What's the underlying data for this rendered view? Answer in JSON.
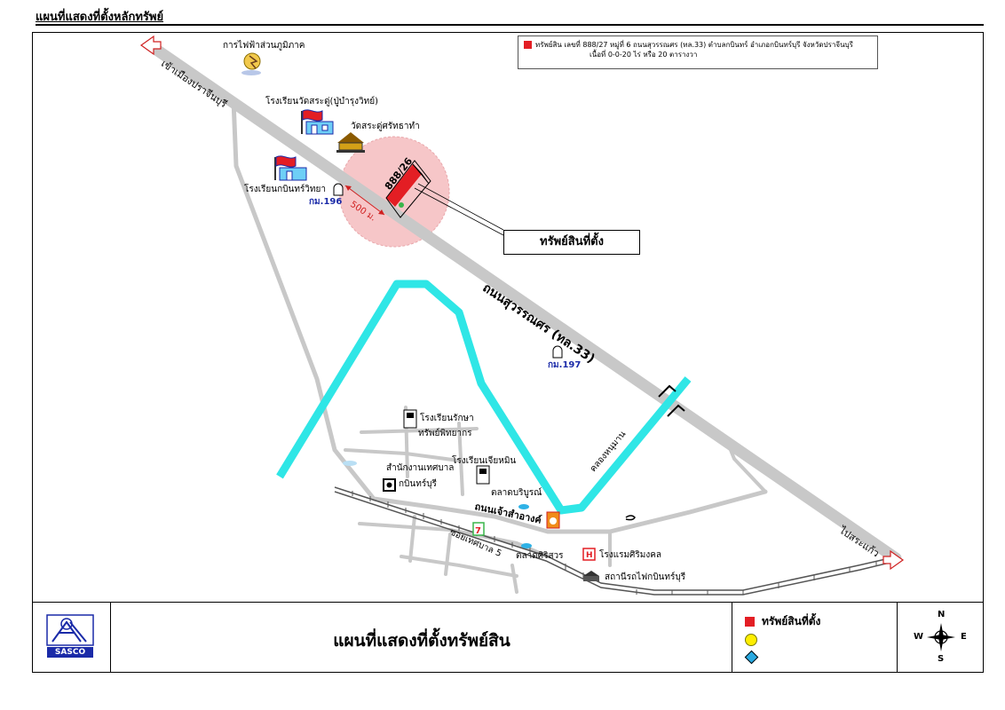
{
  "header": {
    "title": "แผนที่แสดงที่ตั้งหลักทรัพย์"
  },
  "info_box": {
    "line1": "ทรัพย์สิน เลขที่ 888/27 หมู่ที่ 6 ถนนสุวรรณศร (ทล.33) ตำบลกบินทร์ อำเภอกบินทร์บุรี จังหวัดปราจีนบุรี",
    "line2": "เนื้อที่ 0-0-20 ไร่ หรือ 20 ตารางวา",
    "marker_color": "#e31e24"
  },
  "map": {
    "landmarks": {
      "electricity": "การไฟฟ้าส่วนภูมิภาค",
      "school_wat": "โรงเรียนวัดสระดู่(ปู่บำรุงวิทย์)",
      "temple": "วัดสระดู่ศรัทธาทำ",
      "school_kabin": "โรงเรียนกบินทร์วิทยา",
      "km196": "กม.196",
      "km197": "กม.197",
      "radius": "500 ม.",
      "property_number": "888/26",
      "school_raksa_1": "โรงเรียนรักษา",
      "school_raksa_2": "ทรัพย์พิทยากร",
      "municipal_1": "สำนักงานเทศบาล",
      "municipal_2": "กบินทร์บุรี",
      "school_chiang": "โรงเรียนเจียหมิน",
      "market_boriboon": "ตลาดบริบูรณ์",
      "market_siri": "ตลาดศิริสวร",
      "hotel": "โรงแรมศิริมงคล",
      "station": "สถานีรถไฟกบินทร์บุรี"
    },
    "roads": {
      "to_prachin": "เข้าเมืองปราจีนบุรี",
      "suwannason": "ถนนสุวรรณศร (ทล.33)",
      "to_sakaeo": "ไปสระแก้ว",
      "chao_samran": "ถนนเจ้าสำอางค์",
      "soi_thetsaban": "ซอยเทศบาล 5",
      "canal": "คลองหนุมาน"
    },
    "callout": "ทรัพย์สินที่ตั้ง",
    "colors": {
      "road": "#c8c8c8",
      "canal": "#2fe6e6",
      "property": "#e31e24",
      "circle": "#f6c6c8"
    }
  },
  "footer": {
    "logo_text": "SASCO",
    "title": "แผนที่แสดงที่ตั้งทรัพย์สิน",
    "legend": [
      {
        "icon": "red-square",
        "label": "ทรัพย์สินที่ตั้ง",
        "color": "#e31e24"
      },
      {
        "icon": "yellow-circle",
        "label": "",
        "color": "#ffee00"
      },
      {
        "icon": "blue-diamond",
        "label": "",
        "color": "#29a9e0"
      }
    ],
    "compass": {
      "n": "N",
      "s": "S",
      "e": "E",
      "w": "W"
    }
  }
}
